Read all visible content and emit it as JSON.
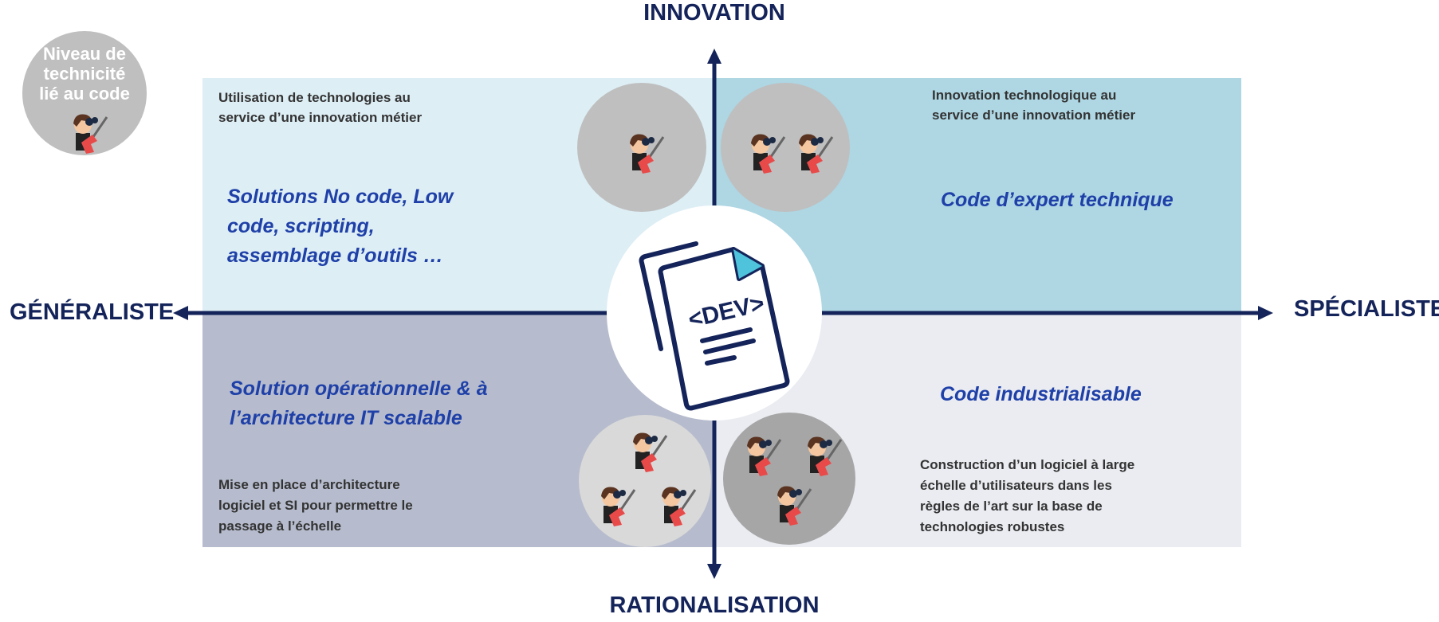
{
  "axes": {
    "top": "INNOVATION",
    "bottom": "RATIONALISATION",
    "left": "GÉNÉRALISTE",
    "right": "SPÉCIALISTE"
  },
  "legend": {
    "label_lines": [
      "Niveau de",
      "technicité",
      "lié au code"
    ],
    "level": 1
  },
  "center_icon": {
    "label": "<DEV>"
  },
  "quadrants": {
    "top_left": {
      "description": [
        "Utilisation de technologies au",
        "service d’une innovation métier"
      ],
      "title": [
        "Solutions No code, Low",
        "code, scripting,",
        "assemblage d’outils …"
      ],
      "technicity_level": 1
    },
    "top_right": {
      "description": [
        "Innovation technologique au",
        "service d’une innovation métier"
      ],
      "title": [
        "Code d’expert technique"
      ],
      "technicity_level": 2
    },
    "bottom_left": {
      "description": [
        "Mise en place d’architecture",
        "logiciel et SI pour permettre le",
        "passage à l’échelle"
      ],
      "title": [
        "Solution opérationnelle & à",
        "l’architecture IT scalable"
      ],
      "technicity_level": 3
    },
    "bottom_right": {
      "description": [
        "Construction d’un logiciel à large",
        "échelle d’utilisateurs dans les",
        "règles de l’art sur la base de",
        "technologies robustes"
      ],
      "title": [
        "Code industrialisable"
      ],
      "technicity_level": 3
    }
  },
  "colors": {
    "navy": "#14245a",
    "accent_blue": "#1f40a8",
    "q_tl": "#ddeef5",
    "q_tr": "#aed6e3",
    "q_bl": "#b6bccd",
    "q_br": "#eaecf1",
    "file_corner": "#4fc3dc"
  }
}
